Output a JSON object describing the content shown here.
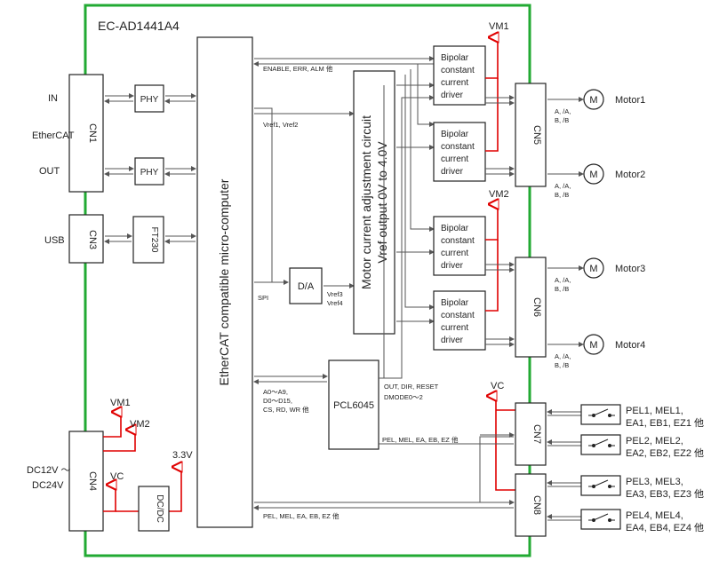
{
  "board": {
    "title": "EC-AD1441A4",
    "border_color": "#22aa33",
    "power_color": "#e00000"
  },
  "connectors": {
    "cn1": "CN1",
    "cn3": "CN3",
    "cn4": "CN4",
    "cn5": "CN5",
    "cn6": "CN6",
    "cn7": "CN7",
    "cn8": "CN8"
  },
  "left_labels": {
    "in": "IN",
    "ethercat": "EtherCAT",
    "out": "OUT",
    "usb": "USB",
    "dc_line1": "DC12V ～",
    "dc_line2": "DC24V"
  },
  "blocks": {
    "phy1": "PHY",
    "phy2": "PHY",
    "ft230": "FT230",
    "mcu": "EtherCAT compatible micro-computer",
    "da": "D/A",
    "dcdc": "DC/DC",
    "pcl": "PCL6045",
    "adj_line1": "Motor current adjustment circuit",
    "adj_line2": "Vref output 0V to 4.0V",
    "driver": [
      "Bipolar",
      "constant",
      "current",
      "driver"
    ]
  },
  "signals": {
    "enable": "ENABLE, ERR, ALM 他",
    "vref12": "Vref1, Vref2",
    "spi": "SPI",
    "vref3": "Vref3",
    "vref4": "Vref4",
    "addr1": "A0～A9,",
    "addr2": "D0～D15,",
    "addr3": "CS, RD, WR 他",
    "out1": "OUT, DIR, RESET",
    "out2": "DMODE0～2",
    "pel_pcl": "PEL, MEL, EA, EB, EZ 他",
    "pel_mcu": "PEL, MEL, EA, EB, EZ 他",
    "phase1": "A, /A,",
    "phase2": "B, /B"
  },
  "power": {
    "vm1": "VM1",
    "vm2": "VM2",
    "vc": "VC",
    "v33": "3.3V"
  },
  "motors": {
    "symbol": "M",
    "names": [
      "Motor1",
      "Motor2",
      "Motor3",
      "Motor4"
    ]
  },
  "sensors": [
    {
      "line1": "PEL1, MEL1,",
      "line2": "EA1, EB1, EZ1 他"
    },
    {
      "line1": "PEL2, MEL2,",
      "line2": "EA2, EB2, EZ2 他"
    },
    {
      "line1": "PEL3, MEL3,",
      "line2": "EA3, EB3, EZ3 他"
    },
    {
      "line1": "PEL4, MEL4,",
      "line2": "EA4, EB4, EZ4 他"
    }
  ]
}
